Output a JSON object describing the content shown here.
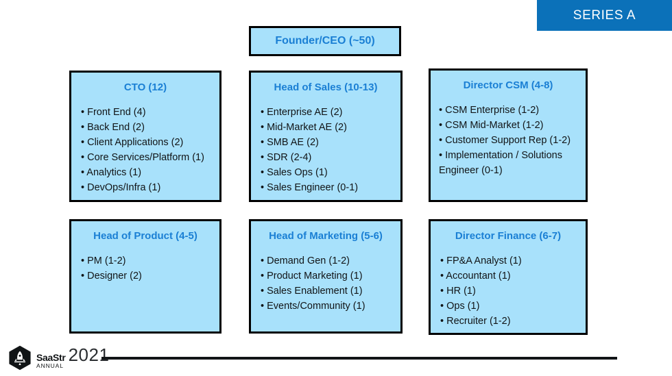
{
  "banner": {
    "label": "SERIES A",
    "color": "#0B71B9"
  },
  "colors": {
    "box_fill": "#A8E1FB",
    "box_border": "#000000",
    "title_blue": "#1A7FD4",
    "body_text": "#111416"
  },
  "founder": {
    "title": "Founder/CEO (~50)"
  },
  "boxes": [
    {
      "id": "cto",
      "title": "CTO (12)",
      "items": [
        "• Front End (4)",
        "• Back End (2)",
        "• Client Applications (2)",
        "• Core Services/Platform (1)",
        "• Analytics (1)",
        "• DevOps/Infra (1)"
      ]
    },
    {
      "id": "head-of-sales",
      "title": "Head of Sales (10-13)",
      "items": [
        "• Enterprise AE (2)",
        "• Mid-Market AE (2)",
        "• SMB AE (2)",
        "• SDR (2-4)",
        "• Sales Ops (1)",
        "• Sales Engineer (0-1)"
      ]
    },
    {
      "id": "director-csm",
      "title": "Director CSM (4-8)",
      "items": [
        "• CSM Enterprise (1-2)",
        "• CSM Mid-Market (1-2)",
        "• Customer Support Rep (1-2)",
        "• Implementation / Solutions Engineer (0-1)"
      ]
    },
    {
      "id": "head-of-product",
      "title": "Head of Product (4-5)",
      "items": [
        "• PM (1-2)",
        "• Designer (2)"
      ]
    },
    {
      "id": "head-of-marketing",
      "title": "Head of Marketing (5-6)",
      "items": [
        "• Demand Gen (1-2)",
        "• Product Marketing (1)",
        "• Sales Enablement (1)",
        "• Events/Community (1)"
      ]
    },
    {
      "id": "director-finance",
      "title": "Director Finance (6-7)",
      "items": [
        "• FP&A Analyst (1)",
        "• Accountant (1)",
        "• HR (1)",
        "• Ops (1)",
        "• Recruiter (1-2)"
      ]
    }
  ],
  "footer": {
    "brand": "SaaStr",
    "subbrand": "ANNUAL",
    "year": "2021"
  }
}
